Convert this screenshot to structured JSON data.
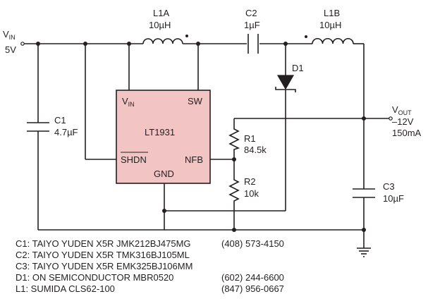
{
  "labels": {
    "vin_main": "V",
    "vin_sub": "IN",
    "vin_value": "5V",
    "l1a_ref": "L1A",
    "l1a_value": "10µH",
    "c2_ref": "C2",
    "c2_value": "1µF",
    "l1b_ref": "L1B",
    "l1b_value": "10µH",
    "d1_ref": "D1",
    "vout_main": "V",
    "vout_sub": "OUT",
    "vout_voltage": "–12V",
    "vout_current": "150mA",
    "c1_ref": "C1",
    "c1_value": "4.7µF",
    "r1_ref": "R1",
    "r1_value": "84.5k",
    "r2_ref": "R2",
    "r2_value": "10k",
    "c3_ref": "C3",
    "c3_value": "10µF"
  },
  "ic": {
    "name": "LT1931",
    "pin_vin_main": "V",
    "pin_vin_sub": "IN",
    "pin_sw": "SW",
    "pin_shdn": "SHDN",
    "pin_nfb": "NFB",
    "pin_gnd": "GND"
  },
  "bom": [
    {
      "part": "C1: TAIYO YUDEN X5R JMK212BJ475MG",
      "phone": "(408) 573-4150"
    },
    {
      "part": "C2: TAIYO YUDEN X5R TMK316BJ105ML",
      "phone": ""
    },
    {
      "part": "C3: TAIYO YUDEN X5R EMK325BJ106MM",
      "phone": ""
    },
    {
      "part": "D1: ON SEMICONDUCTOR MBR0520",
      "phone": "(602) 244-6600"
    },
    {
      "part": "L1: SUMIDA CLS62-100",
      "phone": "(847) 956-0667"
    }
  ],
  "colors": {
    "ic_fill": "#f2c4c4",
    "line": "#231f20"
  }
}
